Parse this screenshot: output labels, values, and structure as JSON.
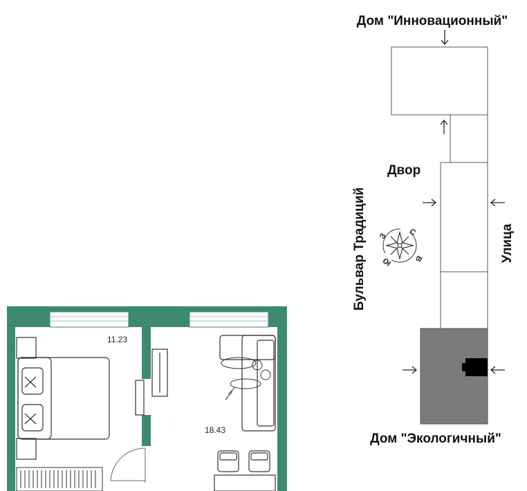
{
  "buildings": {
    "north": "Дом \"Инновационный\"",
    "south": "Дом \"Экологичный\""
  },
  "labels": {
    "yard": "Двор",
    "boulevard": "Бульвар Традиций",
    "street": "Улица"
  },
  "compass": {
    "north": "С",
    "east": "В",
    "south": "Ю",
    "west": "З"
  },
  "rooms": {
    "bedroom_area": "11.23",
    "living_area": "18.43"
  },
  "colors": {
    "wall": "#3d8a6f",
    "highlighted_section": "#7a7a7a",
    "outline": "#555555",
    "apartment_marker": "#000000"
  }
}
